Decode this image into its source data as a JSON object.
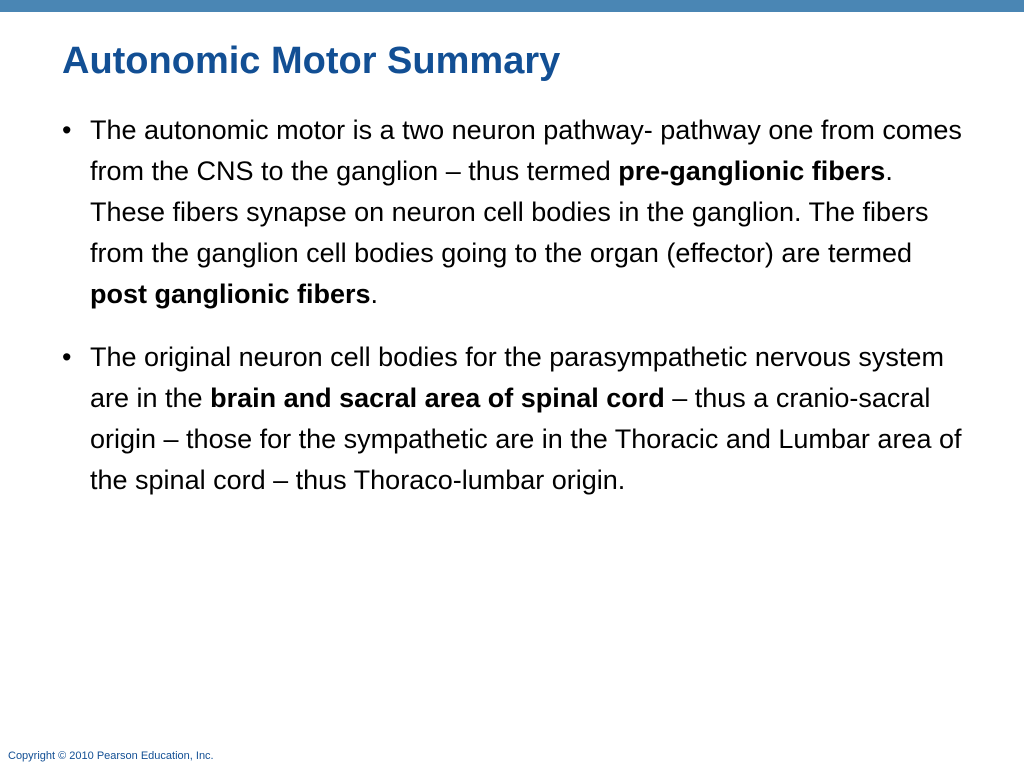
{
  "slide": {
    "title": "Autonomic Motor Summary",
    "bullets": [
      {
        "marker": "•",
        "segments": [
          {
            "text": "The autonomic motor is a two neuron pathway- pathway one from comes from the CNS to the ganglion – thus termed ",
            "bold": false
          },
          {
            "text": "pre-ganglionic fibers",
            "bold": true
          },
          {
            "text": ".  These fibers synapse on neuron cell bodies in the ganglion.  The fibers from the ganglion cell bodies going to the organ (effector) are termed ",
            "bold": false
          },
          {
            "text": "post ganglionic fibers",
            "bold": true
          },
          {
            "text": ".",
            "bold": false
          }
        ]
      },
      {
        "marker": "•",
        "segments": [
          {
            "text": "The original neuron cell bodies for the parasympathetic nervous system are in the ",
            "bold": false
          },
          {
            "text": "brain and sacral area of spinal cord",
            "bold": true
          },
          {
            "text": " – thus a cranio-sacral origin – those for the sympathetic are in the Thoracic and Lumbar area of the spinal cord – thus Thoraco-lumbar origin.",
            "bold": false
          }
        ]
      }
    ],
    "footer": "Copyright © 2010 Pearson Education, Inc."
  },
  "colors": {
    "top_bar": "#4a86b4",
    "title": "#124f94",
    "body_text": "#000000",
    "footer": "#124f94"
  }
}
